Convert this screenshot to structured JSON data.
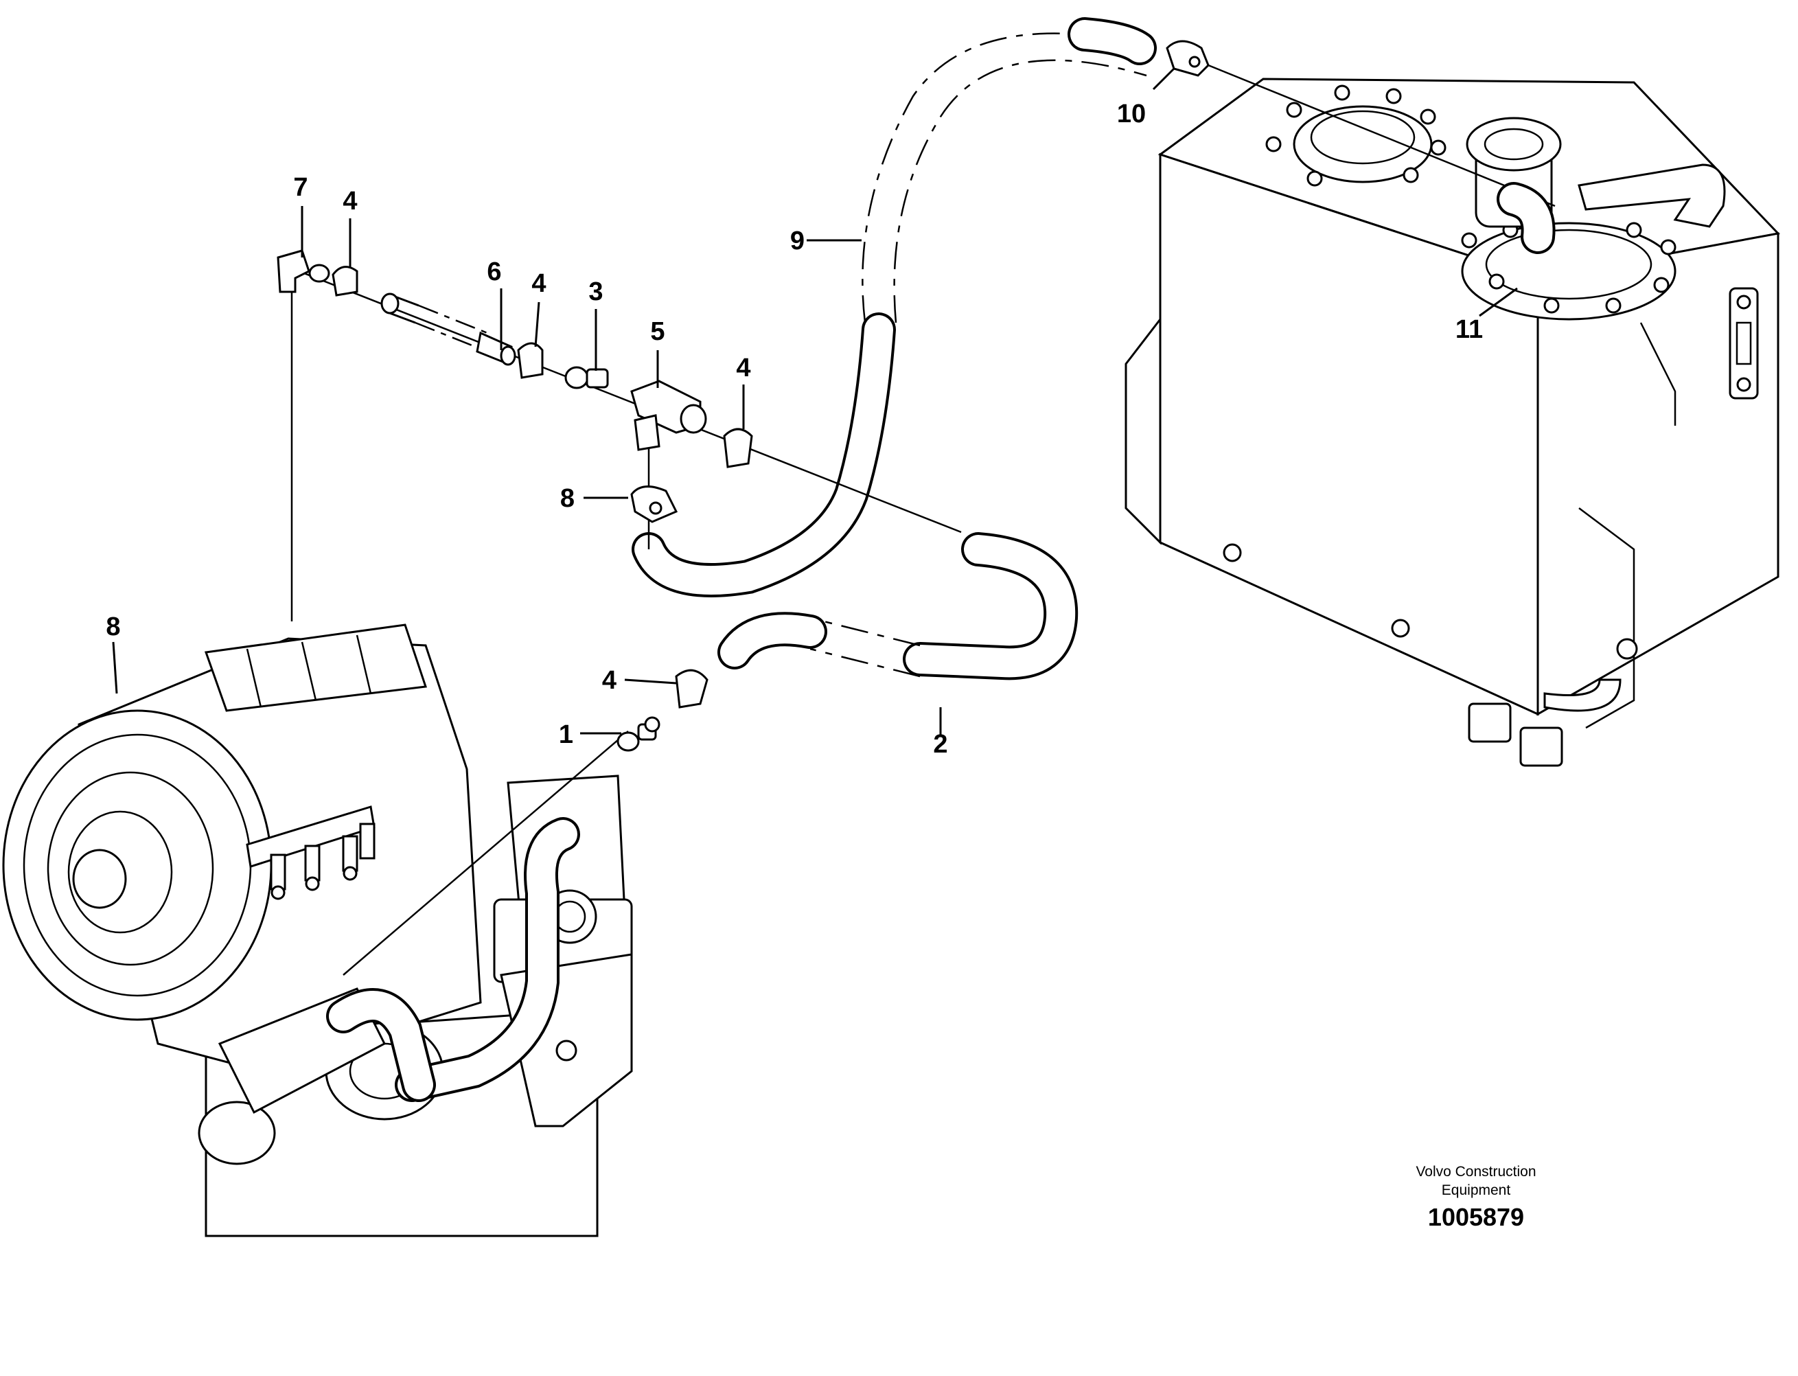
{
  "callouts": {
    "c1": "1",
    "c2": "2",
    "c3": "3",
    "c4a": "4",
    "c4b": "4",
    "c4c": "4",
    "c4d": "4",
    "c5": "5",
    "c6": "6",
    "c7": "7",
    "c8a": "8",
    "c8b": "8",
    "c9": "9",
    "c10": "10",
    "c11": "11"
  },
  "footer": {
    "company_line1": "Volvo Construction",
    "company_line2": "Equipment",
    "drawing_number": "1005879"
  }
}
